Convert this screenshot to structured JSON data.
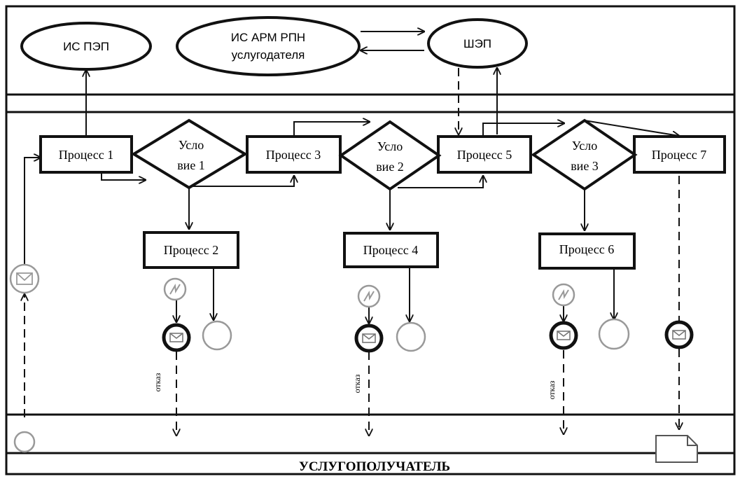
{
  "systems": {
    "is_pep": "ИС ПЭП",
    "is_arm_line1": "ИС АРМ РПН",
    "is_arm_line2": "услугодателя",
    "shep": "ШЭП"
  },
  "processes": {
    "p1": "Процесс 1",
    "p2": "Процесс 2",
    "p3": "Процесс 3",
    "p4": "Процесс 4",
    "p5": "Процесс 5",
    "p6": "Процесс 6",
    "p7": "Процесс 7"
  },
  "conditions": {
    "c1_line1": "Усло",
    "c1_line2": "вие 1",
    "c2_line1": "Усло",
    "c2_line2": "вие 2",
    "c3_line1": "Усло",
    "c3_line2": "вие 3"
  },
  "refusal_label": "отказ",
  "lane_bottom": "УСЛУГОПОЛУЧАТЕЛЬ",
  "icons": {
    "message": "envelope-icon",
    "timer": "lightning-icon",
    "end": "circle-end-icon",
    "document": "document-icon"
  },
  "colors": {
    "line": "#111111",
    "event_gray": "#8a8a8a"
  }
}
